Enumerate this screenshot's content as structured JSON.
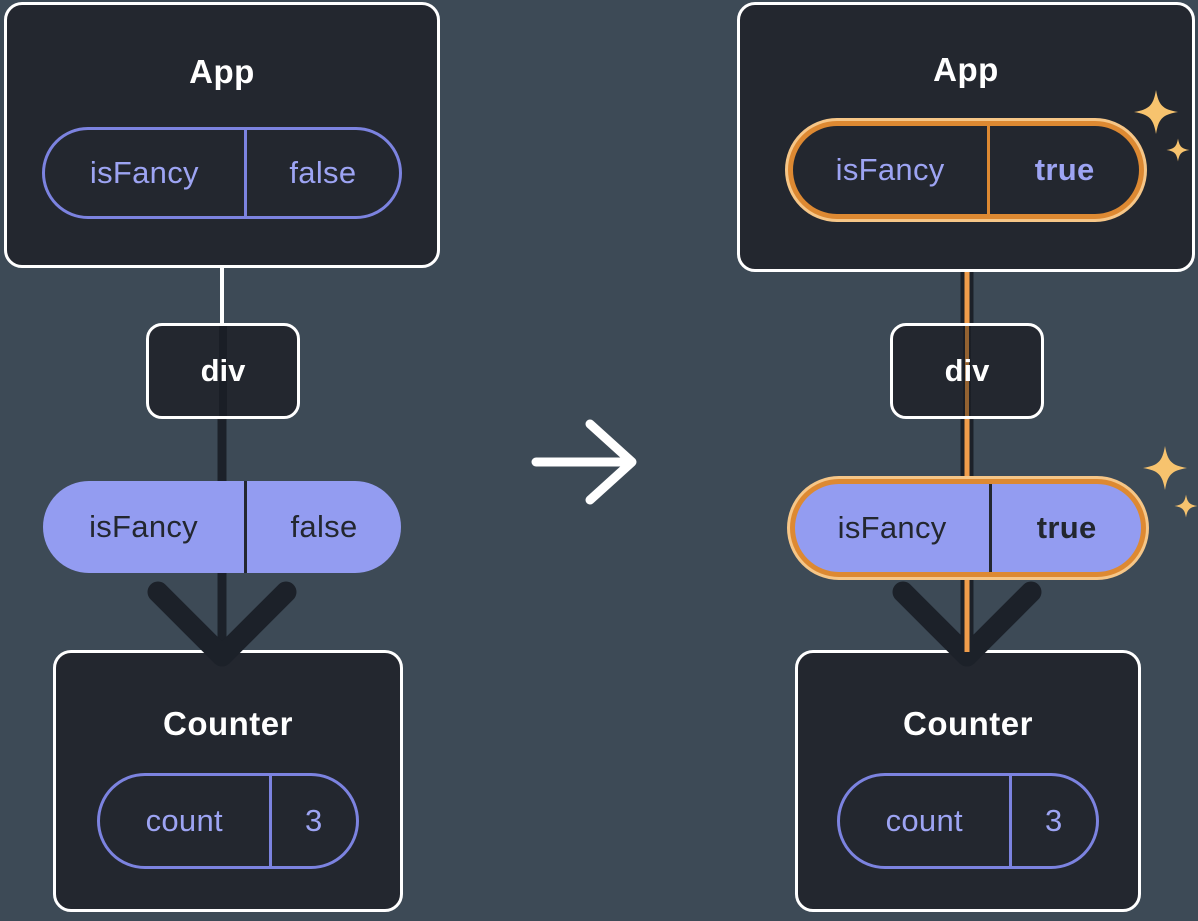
{
  "colors": {
    "background": "#3d4a56",
    "box_bg": "#23272f",
    "box_border": "#ffffff",
    "purple_border": "#7c83e0",
    "purple_text": "#9da4f3",
    "pill_fill": "#939cf1",
    "dark_text": "#23272f",
    "edge_dark": "#1c2129",
    "edge_white": "#ffffff",
    "orange_ring": "#dd8932",
    "orange_glow": "#f6c687",
    "orange_core": "#f09d4b",
    "sparkle": "#f7c36e"
  },
  "left_tree": {
    "app": {
      "title": "App"
    },
    "app_prop": {
      "name": "isFancy",
      "value": "false"
    },
    "div": {
      "label": "div"
    },
    "passed_prop": {
      "name": "isFancy",
      "value": "false"
    },
    "counter": {
      "title": "Counter"
    },
    "counter_state": {
      "name": "count",
      "value": "3"
    }
  },
  "right_tree": {
    "app": {
      "title": "App"
    },
    "app_prop": {
      "name": "isFancy",
      "value": "true",
      "highlighted": true
    },
    "div": {
      "label": "div"
    },
    "passed_prop": {
      "name": "isFancy",
      "value": "true",
      "highlighted": true
    },
    "counter": {
      "title": "Counter"
    },
    "counter_state": {
      "name": "count",
      "value": "3"
    }
  }
}
